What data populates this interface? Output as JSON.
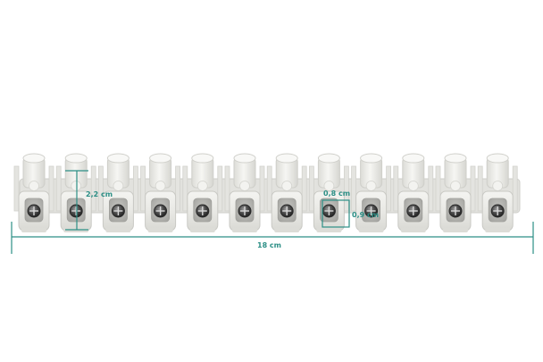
{
  "product": {
    "name": "12-way terminal block connector strip",
    "terminal_count": 12,
    "body_color": "#eeeeea",
    "screw_color": "#2a2a2a"
  },
  "dimensions": {
    "length_label": "18 cm",
    "height_label": "2,2 cm",
    "hole_width_label": "0,8 cm",
    "hole_height_label": "0,9 cm",
    "annotation_color": "#2c8f86"
  }
}
